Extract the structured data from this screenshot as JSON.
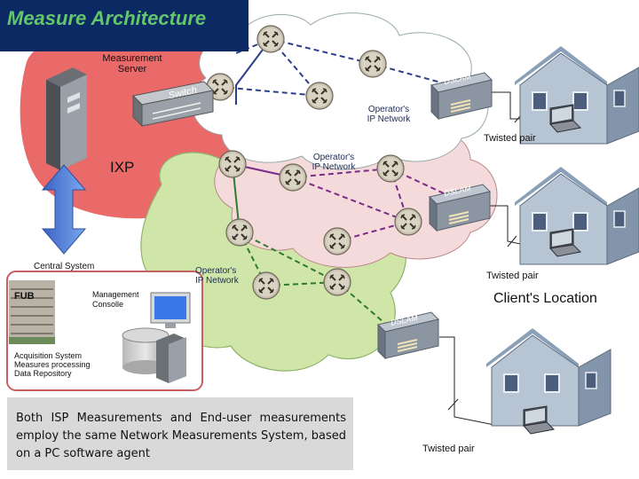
{
  "title": "Measure Architecture",
  "labels": {
    "measurement_server": "Measurement\nServer",
    "operator_network_top": "Operator's\nIP Network",
    "operator_network_mid": "Operator's\nIP Network",
    "operator_network_low": "Operator's\nIP Network",
    "ixp": "IXP",
    "central_system": "Central System",
    "fub": "FUB",
    "management_console": "Management\nConsolle",
    "acquisition_system": "Acquisition System\nMeasures processing\nData Repository",
    "twisted_pair_1": "Twisted pair",
    "twisted_pair_2": "Twisted pair",
    "twisted_pair_3": "Twisted pair",
    "client_location": "Client's Location",
    "switch": "Switch",
    "dslam": "DSLAM"
  },
  "footnote": "Both ISP Measurements and End-user measurements employ the same Network Measurements System, based on a PC software agent",
  "colors": {
    "title_bg": "#0b2a63",
    "title_text": "#63c66d",
    "server_area": "#ea6a6a",
    "cloud_top": "#ffffff",
    "cloud_mid": "#f4dada",
    "cloud_low": "#cfe6a8",
    "link_blue": "#2c3f8a",
    "link_purple": "#7a2a87",
    "link_green": "#2f7a30",
    "arrow_blue": "#4a7fd8"
  }
}
